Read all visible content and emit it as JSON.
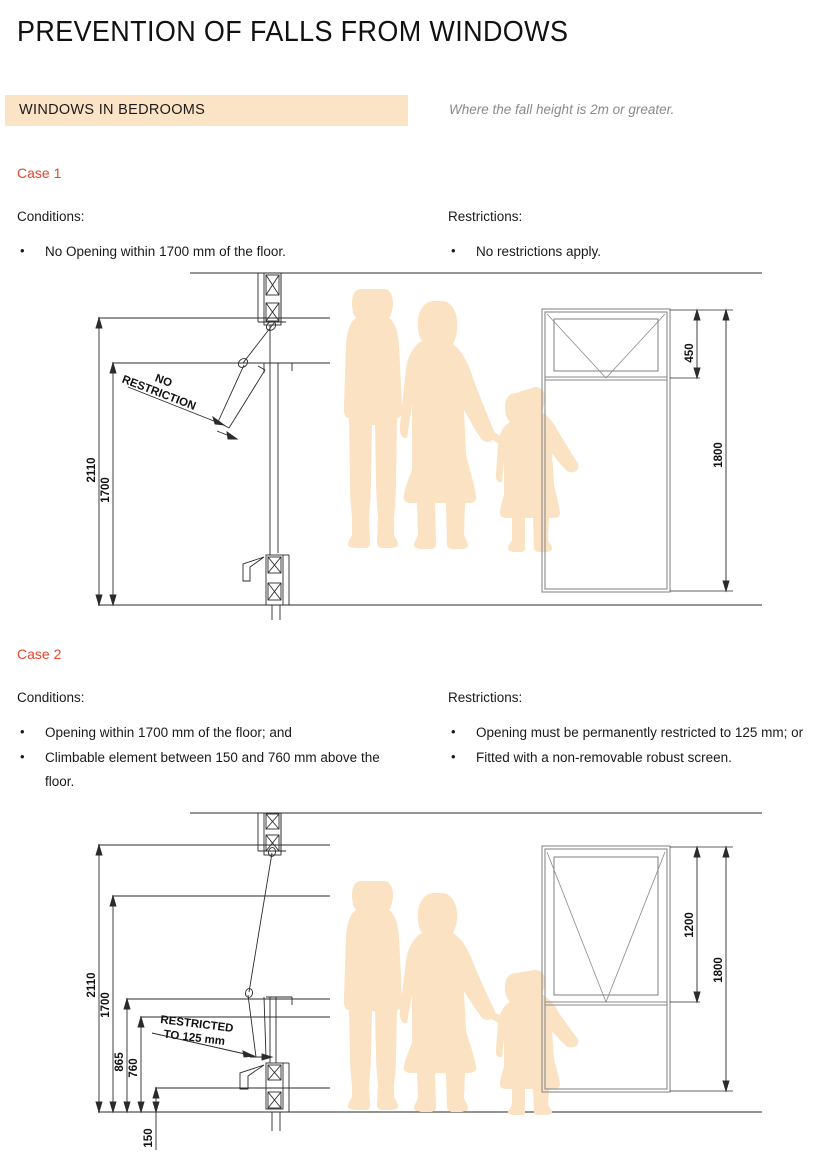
{
  "document": {
    "title": "PREVENTION OF FALLS FROM WINDOWS"
  },
  "section": {
    "bar_label": "WINDOWS IN BEDROOMS",
    "note": "Where the fall height is 2m or greater."
  },
  "labels": {
    "conditions": "Conditions:",
    "restrictions": "Restrictions:"
  },
  "cases": [
    {
      "name": "Case 1",
      "conditions": [
        "No Opening within 1700 mm of the floor."
      ],
      "restrictions": [
        "No restrictions apply."
      ],
      "diagram": {
        "section_note": "NO RESTRICTION",
        "dimensions": {
          "overall": "2110",
          "sill": "1700",
          "upper_sash": "450",
          "window_overall": "1800"
        }
      }
    },
    {
      "name": "Case 2",
      "conditions": [
        "Opening within 1700 mm of the floor; and",
        "Climbable element between 150 and 760 mm above the floor."
      ],
      "restrictions": [
        "Opening must be permanently restricted to 125 mm; or",
        "Fitted with a non-removable robust screen."
      ],
      "diagram": {
        "section_note_line1": "RESTRICTED",
        "section_note_line2": "TO 125 mm",
        "dimensions": {
          "overall": "2110",
          "sill": "1700",
          "climb_upper": "865",
          "climb_lower": "760",
          "climb_base": "150",
          "upper_sash": "1200",
          "window_overall": "1800"
        }
      }
    }
  ],
  "colors": {
    "accent_red": "#e8452c",
    "bar_peach": "#fbe3c6",
    "silhouette": "#fbe2c2",
    "line": "#1a1a1a",
    "note_gray": "#8a8a8a"
  }
}
